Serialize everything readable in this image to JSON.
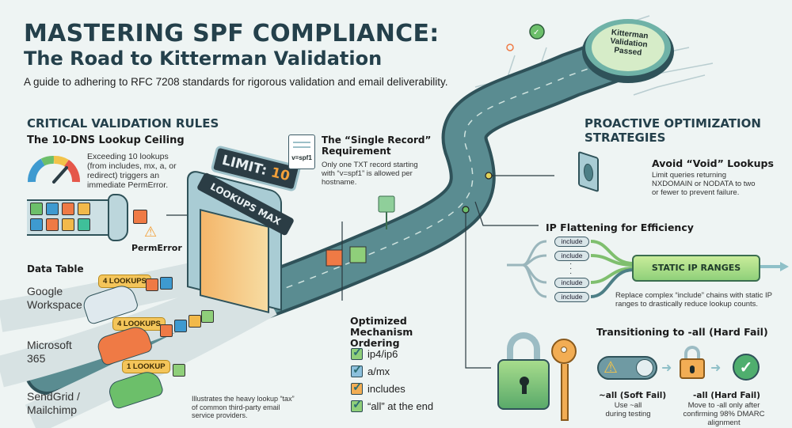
{
  "header": {
    "title_line1": "MASTERING SPF COMPLIANCE:",
    "title_line2": "The Road to Kitterman Validation",
    "subtitle": "A guide to adhering to RFC 7208 standards for rigorous validation and email deliverability."
  },
  "critical_rules": {
    "heading": "CRITICAL VALIDATION RULES",
    "lookup_ceiling": {
      "title": "The 10-DNS Lookup Ceiling",
      "text": "Exceeding 10 lookups (from includes, mx, a, or redirect) triggers an immediate PermError.",
      "error_label": "PermError"
    },
    "gate": {
      "limit_label": "LIMIT:",
      "limit_value": "10",
      "sub_label": "LOOKUPS MAX"
    },
    "single_record": {
      "doc_label": "v=spf1",
      "title": "The “Single Record” Requirement",
      "text": "Only one TXT record starting with “v=spf1” is allowed per hostname."
    }
  },
  "data_table": {
    "heading": "Data Table",
    "rows": [
      {
        "provider": "Google Workspace",
        "lookups": "4 LOOKUPS",
        "car_color": "#dfe9ee"
      },
      {
        "provider": "Microsoft 365",
        "lookups": "4 LOOKUPS",
        "car_color": "#ef7a45"
      },
      {
        "provider": "SendGrid / Mailchimp",
        "lookups": "1 LOOKUP",
        "car_color": "#6cbf6a"
      }
    ],
    "caption": "Illustrates the heavy lookup “tax” of common third-party email service providers."
  },
  "mechanism_ordering": {
    "title": "Optimized Mechanism Ordering",
    "items": [
      {
        "label": "ip4/ip6",
        "color": "#8fcf7a"
      },
      {
        "label": "a/mx",
        "color": "#8cc0dc"
      },
      {
        "label": "includes",
        "color": "#f2ad54"
      },
      {
        "label": "“all” at the end",
        "color": "#8fcf7a"
      }
    ]
  },
  "destination": {
    "label": "Kitterman Validation Passed"
  },
  "proactive": {
    "heading_line1": "PROACTIVE OPTIMIZATION",
    "heading_line2": "STRATEGIES",
    "void_lookups": {
      "title": "Avoid “Void” Lookups",
      "text": "Limit queries returning NXDOMAIN or NODATA to two or fewer to prevent failure."
    },
    "ip_flattening": {
      "title": "IP Flattening for Efficiency",
      "includes": [
        "include",
        "include",
        "include",
        "include"
      ],
      "pipe_label": "STATIC IP RANGES",
      "text": "Replace complex “include” chains with static IP ranges to drastically reduce lookup counts."
    },
    "hard_fail": {
      "title": "Transitioning to -all (Hard Fail)",
      "soft": {
        "label": "~all (Soft Fail)",
        "text": "Use ~all during testing"
      },
      "hard": {
        "label": "-all (Hard Fail)",
        "text": "Move to -all only after confirming 98% DMARC alignment"
      }
    }
  },
  "colors": {
    "heading": "#24404b",
    "road": "#4d7f86",
    "badge": "#f4c55a",
    "accent_green": "#6cbf6a",
    "accent_orange": "#ef7a45"
  }
}
